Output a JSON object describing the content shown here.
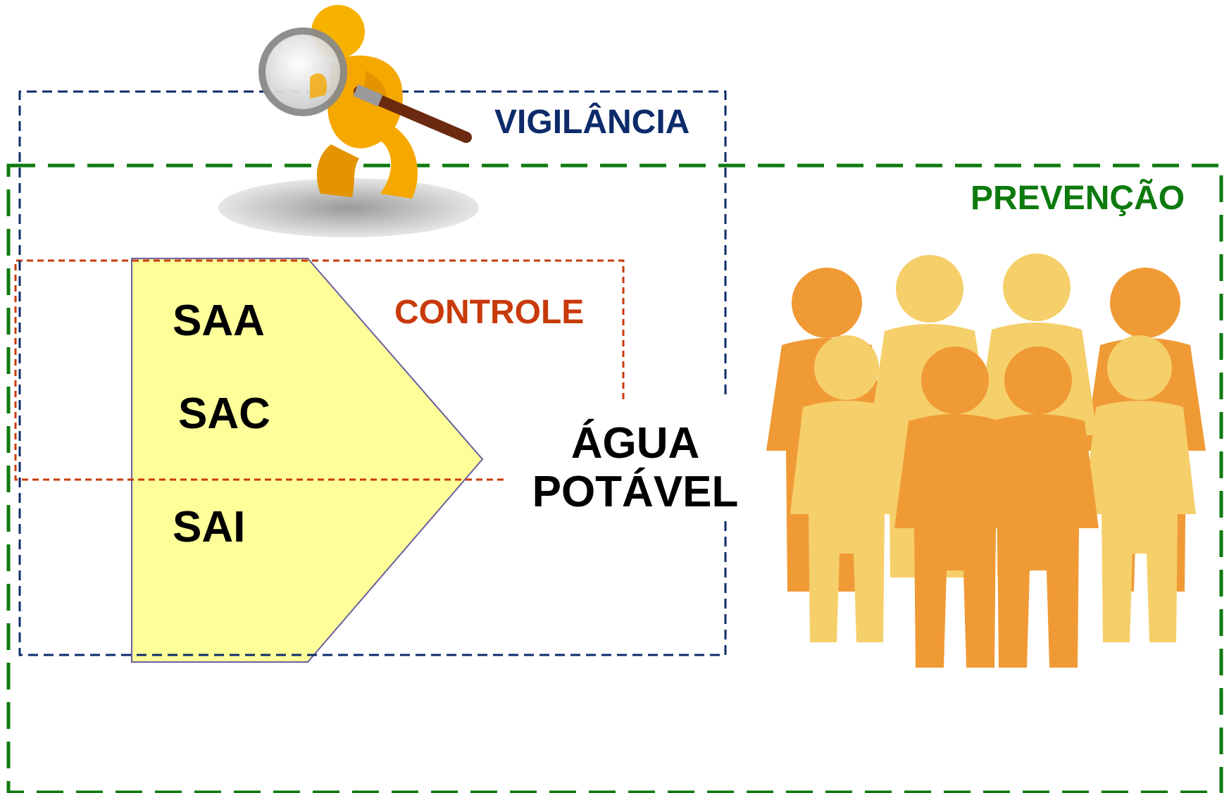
{
  "labels": {
    "vigilancia": "VIGILÂNCIA",
    "prevencao": "PREVENÇÃO",
    "controle": "CONTROLE",
    "saa": "SAA",
    "sac": "SAC",
    "sai": "SAI",
    "agua_line1": "ÁGUA",
    "agua_line2": "POTÁVEL"
  },
  "colors": {
    "vigilancia": "#0d2b6b",
    "prevencao": "#0e7a0e",
    "controle": "#c83a0a",
    "arrow_fill": "#ffff99",
    "arrow_stroke": "#6a5fa0",
    "person_dark": "#f09a36",
    "person_light": "#f5cf6a",
    "inspector": "#f5a800"
  },
  "icons": {
    "inspector": "person-with-magnifier-icon",
    "crowd": "group-of-people-icon"
  }
}
